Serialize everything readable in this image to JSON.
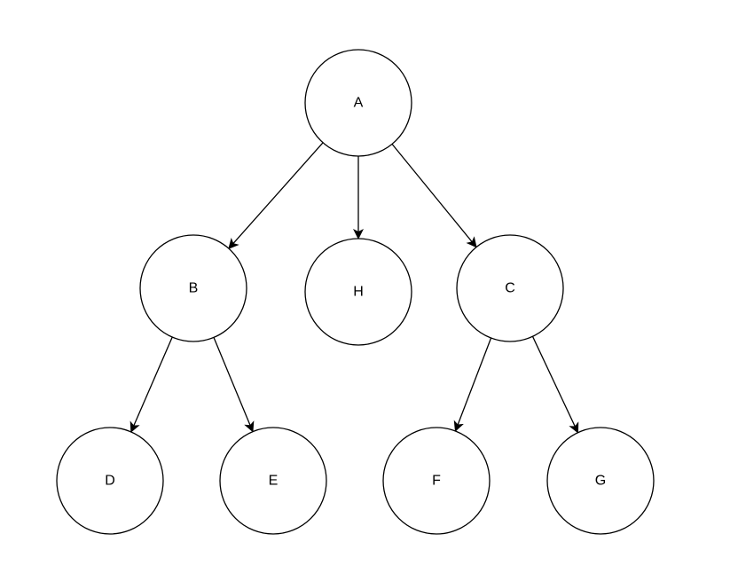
{
  "colors": {
    "stroke": "#000000",
    "fill": "#ffffff",
    "text": "#000000"
  },
  "nodes": [
    {
      "id": "A",
      "label": "A"
    },
    {
      "id": "B",
      "label": "B"
    },
    {
      "id": "H",
      "label": "H"
    },
    {
      "id": "C",
      "label": "C"
    },
    {
      "id": "D",
      "label": "D"
    },
    {
      "id": "E",
      "label": "E"
    },
    {
      "id": "F",
      "label": "F"
    },
    {
      "id": "G",
      "label": "G"
    }
  ],
  "edges": [
    {
      "from": "A",
      "to": "B"
    },
    {
      "from": "A",
      "to": "H"
    },
    {
      "from": "A",
      "to": "C"
    },
    {
      "from": "B",
      "to": "D"
    },
    {
      "from": "B",
      "to": "E"
    },
    {
      "from": "C",
      "to": "F"
    },
    {
      "from": "C",
      "to": "G"
    }
  ]
}
